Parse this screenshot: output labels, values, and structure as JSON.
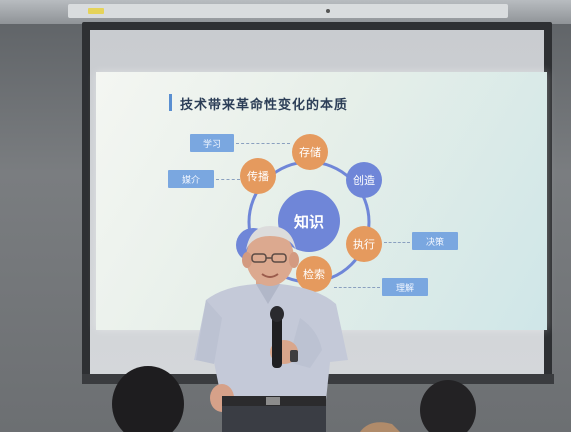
{
  "slide": {
    "title": "技术带来革命性变化的本质",
    "center": "知识",
    "nodes": {
      "storage": "存储",
      "create": "创造",
      "execute": "执行",
      "search": "检索",
      "spread": "传播"
    },
    "tags": {
      "learn": "学习",
      "media": "媒介",
      "decide": "决策",
      "understand": "理解"
    }
  },
  "colors": {
    "orange_node": "#e59a5e",
    "blue_node": "#6f86d8",
    "tag": "#7aa7e0",
    "title": "#2c3e57"
  }
}
